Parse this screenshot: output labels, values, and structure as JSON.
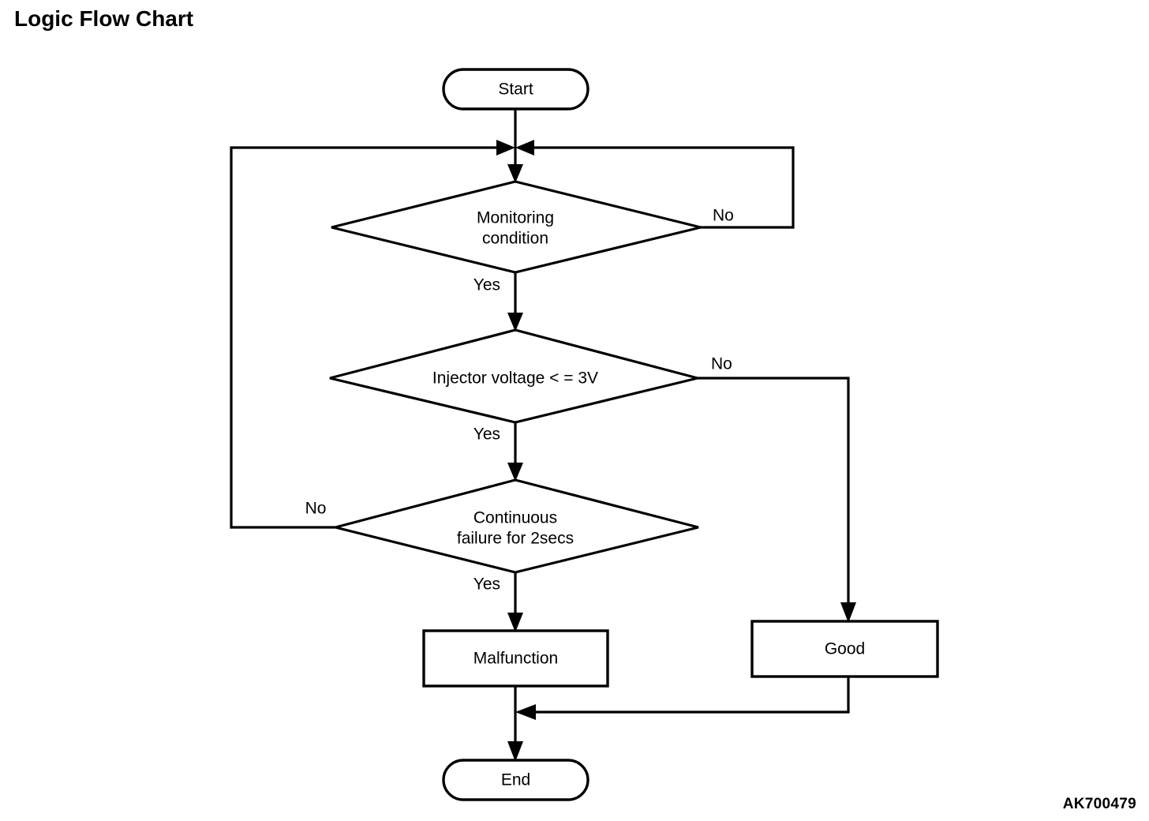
{
  "page": {
    "title": "Logic Flow Chart",
    "figure_ref": "AK700479",
    "background_color": "#ffffff",
    "line_color": "#000000",
    "text_color": "#000000"
  },
  "chart_data": {
    "type": "diagram",
    "subtype": "flowchart",
    "title": "Logic Flow Chart",
    "orientation": "top-to-bottom",
    "nodes": [
      {
        "id": "start",
        "shape": "stadium",
        "label": "Start"
      },
      {
        "id": "d1",
        "shape": "diamond",
        "label_line1": "Monitoring",
        "label_line2": "condition",
        "label": "Monitoring condition"
      },
      {
        "id": "d2",
        "shape": "diamond",
        "label_line1": "Injector voltage < = 3V",
        "label_line2": "",
        "label": "Injector voltage < = 3V"
      },
      {
        "id": "d3",
        "shape": "diamond",
        "label_line1": "Continuous",
        "label_line2": "failure for 2secs",
        "label": "Continuous failure for 2secs"
      },
      {
        "id": "malfunction",
        "shape": "rectangle",
        "label": "Malfunction"
      },
      {
        "id": "good",
        "shape": "rectangle",
        "label": "Good"
      },
      {
        "id": "end",
        "shape": "stadium",
        "label": "End"
      }
    ],
    "edges": [
      {
        "from": "start",
        "to": "d1",
        "label": ""
      },
      {
        "from": "d1",
        "to": "d2",
        "label": "Yes"
      },
      {
        "from": "d1",
        "to": "junction-top",
        "label": "No"
      },
      {
        "from": "d2",
        "to": "d3",
        "label": "Yes"
      },
      {
        "from": "d2",
        "to": "good",
        "label": "No"
      },
      {
        "from": "d3",
        "to": "malfunction",
        "label": "Yes"
      },
      {
        "from": "d3",
        "to": "junction-top",
        "label": "No"
      },
      {
        "from": "malfunction",
        "to": "end",
        "label": ""
      },
      {
        "from": "good",
        "to": "end",
        "label": ""
      }
    ],
    "edge_labels": {
      "d1_yes": "Yes",
      "d1_no": "No",
      "d2_yes": "Yes",
      "d2_no": "No",
      "d3_yes": "Yes",
      "d3_no": "No"
    }
  }
}
